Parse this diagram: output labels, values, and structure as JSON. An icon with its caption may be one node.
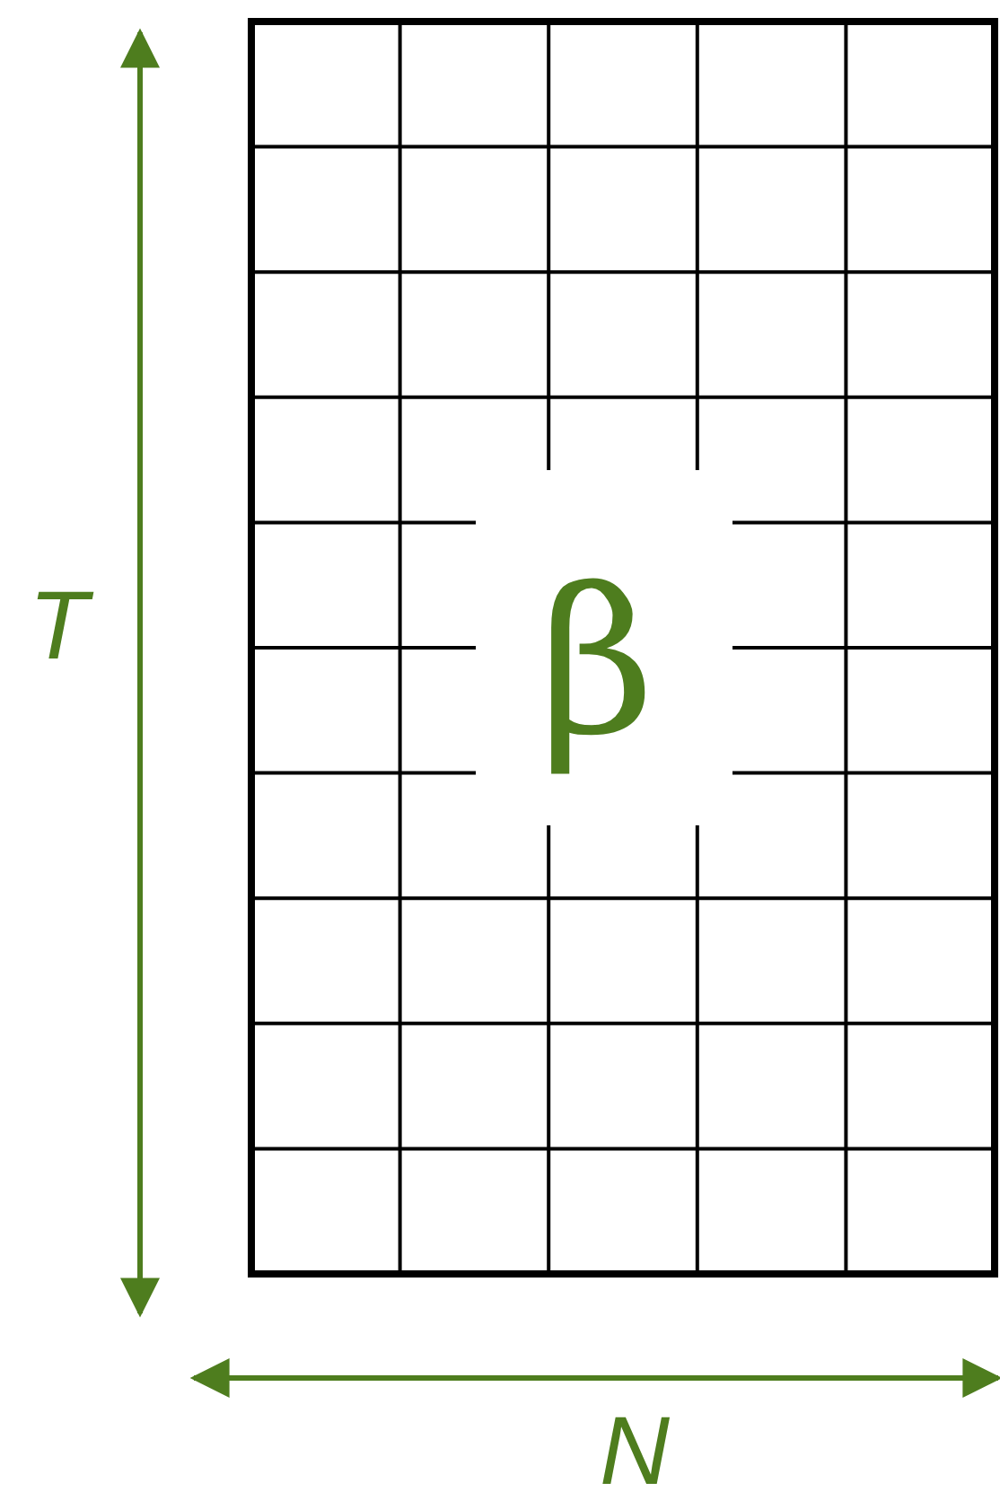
{
  "diagram": {
    "nodes": [
      {
        "text": [
          "β"
        ]
      }
    ],
    "labels": [
      "T",
      "N"
    ]
  }
}
